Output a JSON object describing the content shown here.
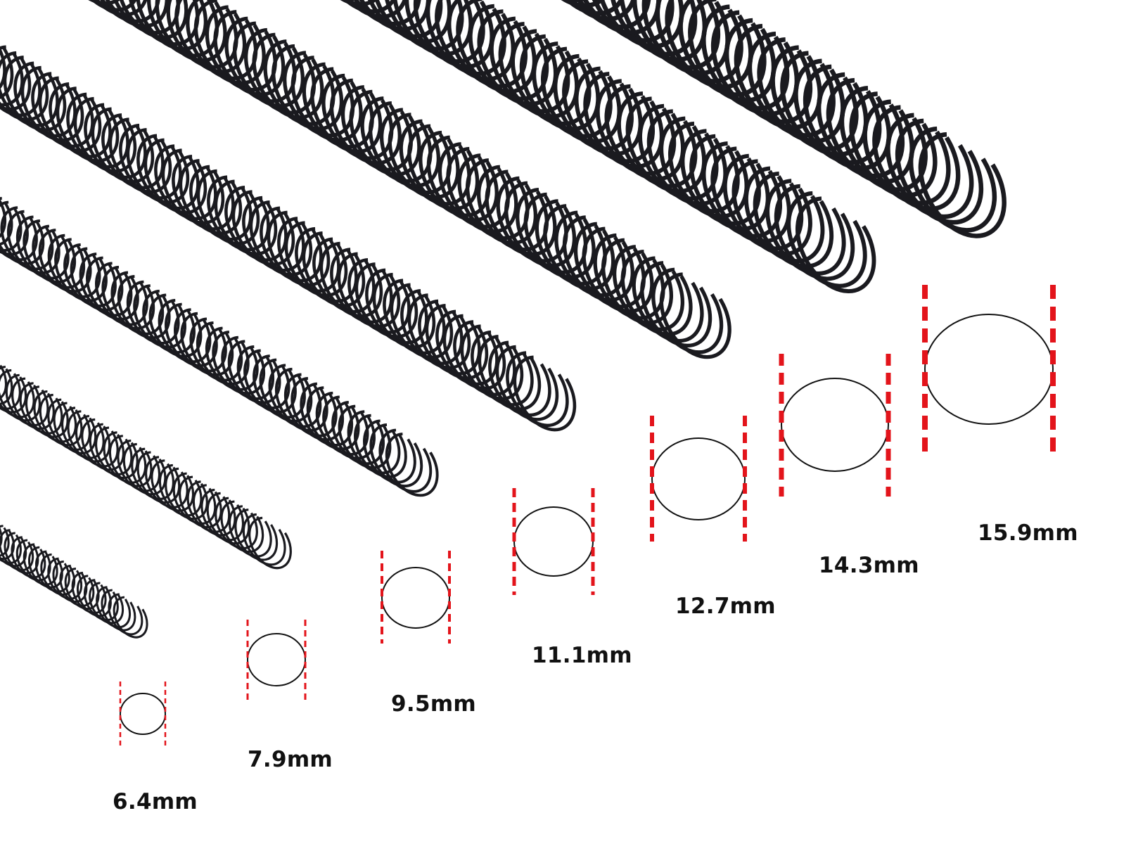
{
  "colors": {
    "background": "#ffffff",
    "wire": "#1a1a1f",
    "guide": "#e3141b",
    "outline": "#111111"
  },
  "sizes": [
    {
      "label": "6.4mm",
      "diameter_mm": 6.4
    },
    {
      "label": "7.9mm",
      "diameter_mm": 7.9
    },
    {
      "label": "9.5mm",
      "diameter_mm": 9.5
    },
    {
      "label": "11.1mm",
      "diameter_mm": 11.1
    },
    {
      "label": "12.7mm",
      "diameter_mm": 12.7
    },
    {
      "label": "14.3mm",
      "diameter_mm": 14.3
    },
    {
      "label": "15.9mm",
      "diameter_mm": 15.9
    }
  ]
}
